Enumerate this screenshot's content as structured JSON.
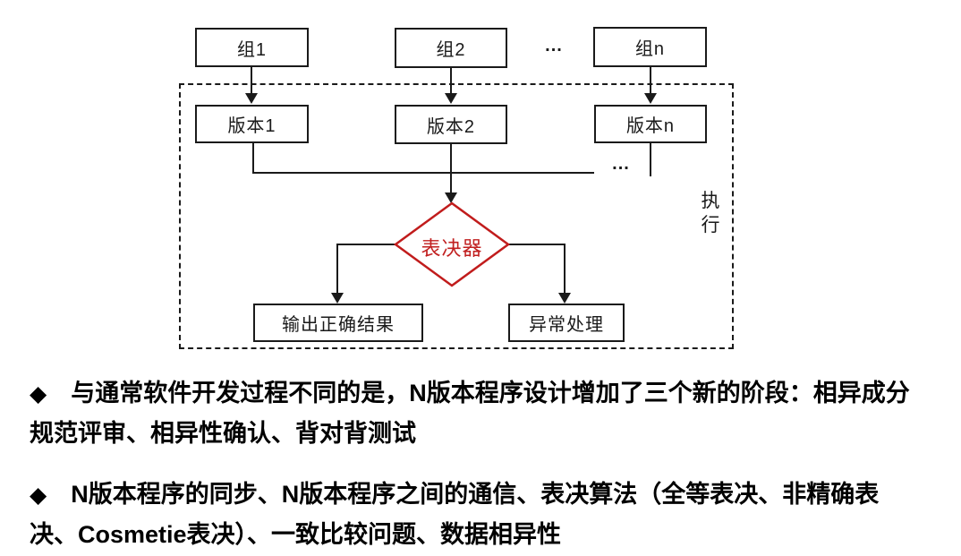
{
  "diagram": {
    "groups": [
      {
        "label": "组1"
      },
      {
        "label": "组2"
      },
      {
        "label": "组n"
      }
    ],
    "versions": [
      {
        "label": "版本1"
      },
      {
        "label": "版本2"
      },
      {
        "label": "版本n"
      }
    ],
    "ellipsis_top": "...",
    "ellipsis_mid": "...",
    "voter_label": "表决器",
    "execution_label": "执行",
    "outputs": [
      {
        "label": "输出正确结果"
      },
      {
        "label": "异常处理"
      }
    ],
    "colors": {
      "voter_red": "#c12020",
      "line_black": "#1a1a1a"
    }
  },
  "notes": {
    "bullet": "◆",
    "items": [
      "与通常软件开发过程不同的是，N版本程序设计增加了三个新的阶段：相异成分规范评审、相异性确认、背对背测试",
      "N版本程序的同步、N版本程序之间的通信、表决算法（全等表决、非精确表决、Cosmetie表决）、一致比较问题、数据相异性"
    ]
  }
}
